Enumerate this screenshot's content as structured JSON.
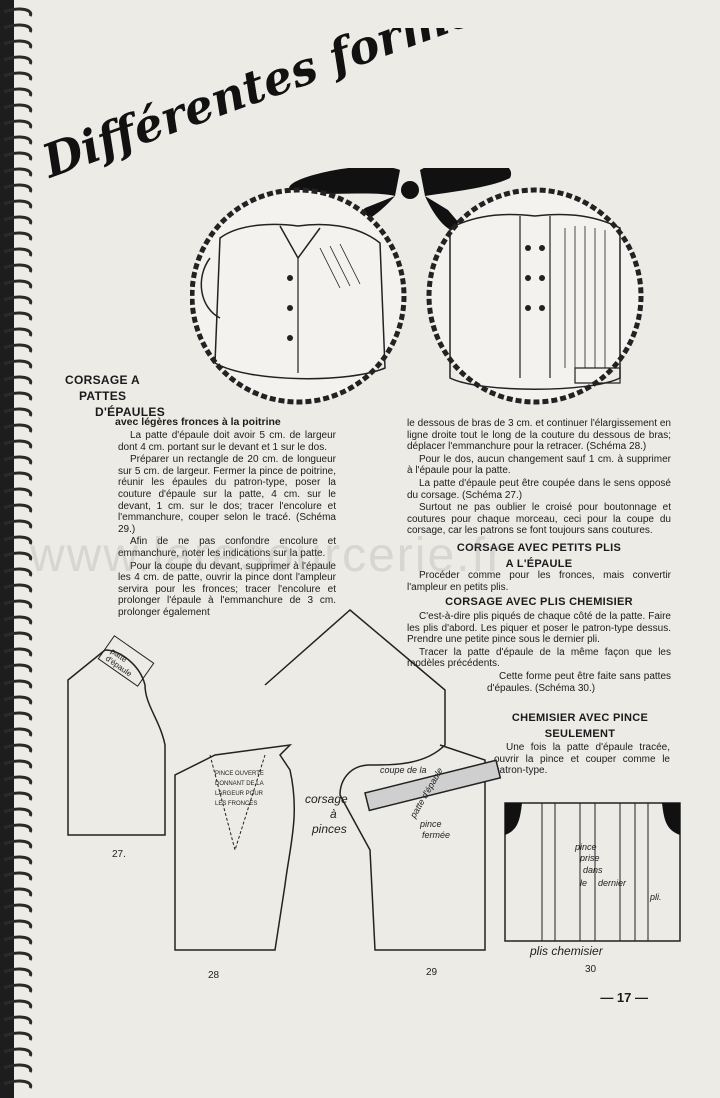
{
  "title": "Différentes formes de corsages",
  "sections": {
    "pattes": {
      "heading": [
        "CORSAGE A",
        "PATTES",
        "D'ÉPAULES"
      ],
      "subheading": "avec légères fronces à la poitrine",
      "col1": [
        "La patte d'épaule doit avoir 5 cm. de largeur dont 4 cm. portant sur le devant et 1 sur le dos.",
        "Préparer un rectangle de 20 cm. de longueur sur 5 cm. de largeur. Fermer la pince de poitrine, réunir les épaules du patron-type, poser la couture d'épaule sur la patte, 4 cm. sur le devant, 1 cm. sur le dos; tracer l'encolure et l'emmanchure, couper selon le tracé. (Schéma 29.)",
        "Afin de ne pas confondre encolure et emmanchure, noter les indications sur la patte.",
        "Pour la coupe du devant, supprimer à l'épaule les 4 cm. de patte, ouvrir la pince dont l'ampleur servira pour les fronces; tracer l'encolure et prolonger l'épaule à l'emmanchure de 3 cm. prolonger également"
      ],
      "col2": [
        "le dessous de bras de 3 cm. et continuer l'élargissement en ligne droite tout le long de la couture du dessous de bras; déplacer l'emmanchure pour la retracer. (Schéma 28.)",
        "Pour le dos, aucun changement sauf 1 cm. à supprimer à l'épaule pour la patte.",
        "La patte d'épaule peut être coupée dans le sens opposé du corsage. (Schéma 27.)",
        "Surtout ne pas oublier le croisé pour boutonnage et coutures pour chaque morceau, ceci pour la coupe du corsage, car les patrons se font toujours sans coutures."
      ]
    },
    "petits_plis": {
      "heading": [
        "CORSAGE AVEC PETITS PLIS",
        "A L'ÉPAULE"
      ],
      "text": "Procéder comme pour les fronces, mais convertir l'ampleur en petits plis."
    },
    "plis_chemisier": {
      "heading": "CORSAGE AVEC PLIS CHEMISIER",
      "text": [
        "C'est-à-dire plis piqués de chaque côté de la patte. Faire les plis d'abord. Les piquer et poser le patron-type dessus. Prendre une petite pince sous le dernier pli.",
        "Tracer la patte d'épaule de la même façon que les modèles précédents.",
        "Cette forme peut être faite sans pattes d'épaules. (Schéma 30.)"
      ]
    },
    "pince_seulement": {
      "heading": [
        "CHEMISIER AVEC PINCE",
        "SEULEMENT"
      ],
      "text": "Une fois la patte d'épaule tracée, ouvrir la pince et couper comme le patron-type."
    }
  },
  "watermark": "www.laresourcerie.fr",
  "diagrams": {
    "d27": {
      "number": "27.",
      "label_lines": [
        "patte",
        "d'épaule"
      ]
    },
    "d28": {
      "number": "28",
      "label_lines": [
        "PINCE OUVERTE",
        "DONNANT DE LA",
        "LARGEUR POUR",
        "LES FRONCES"
      ]
    },
    "d29": {
      "number": "29",
      "left_label": [
        "corsage",
        "à",
        "pinces"
      ],
      "cut_label": "coupe de la",
      "strip_label": "patte d'épaule",
      "dart_label": [
        "pince",
        "fermée"
      ]
    },
    "d30": {
      "number": "30",
      "caption": "plis chemisier",
      "inner_label": [
        "pince",
        "prise",
        "dans",
        "le",
        "dernier",
        "pli."
      ]
    }
  },
  "page_number": "— 17 —"
}
